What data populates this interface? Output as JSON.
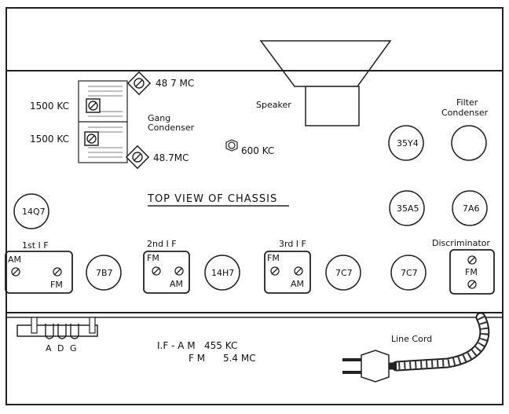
{
  "title": "TOP VIEW OF CHASSIS",
  "speaker": "Speaker",
  "gang_condenser": {
    "line1": "Gang",
    "line2": "Condenser"
  },
  "trimmers": {
    "mc_top": "48 7 MC",
    "mc_bottom": "48.7MC",
    "kc_top": "1500 KC",
    "kc_bottom": "1500 KC",
    "kc_600": "600 KC"
  },
  "filter_condenser": {
    "line1": "Filter",
    "line2": "Condenser"
  },
  "tubes": {
    "t35y4": "35Y4",
    "t35a5": "35A5",
    "t7a6": "7A6",
    "t14q7": "14Q7",
    "t7b7": "7B7",
    "t14h7": "14H7",
    "t7c7_a": "7C7",
    "t7c7_b": "7C7"
  },
  "if_stages": {
    "first": {
      "title": "1st I F",
      "top": "AM",
      "bottom": "FM"
    },
    "second": {
      "title": "2nd I F",
      "top": "FM",
      "bottom": "AM"
    },
    "third": {
      "title": "3rd I F",
      "top": "FM",
      "bottom": "AM"
    }
  },
  "discriminator": {
    "title": "Discriminator",
    "label": "FM"
  },
  "socket_pins": "A D G",
  "if_frequencies": {
    "line1": "I.F - A M   455 KC",
    "line2": "F M      5.4 MC"
  },
  "line_cord": "Line Cord"
}
